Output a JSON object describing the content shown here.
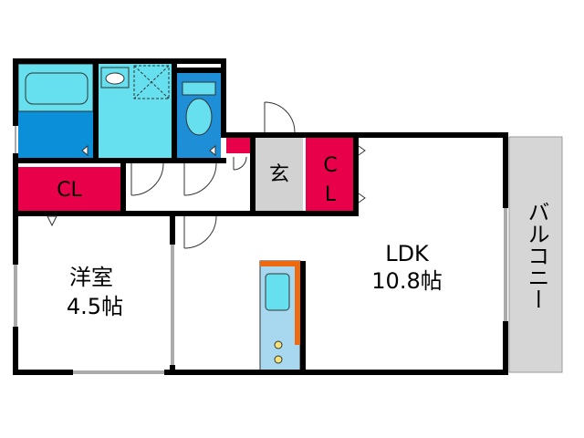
{
  "floorplan": {
    "rooms": {
      "western_room": {
        "name": "洋室",
        "size": "4.5帖"
      },
      "ldk": {
        "name": "LDK",
        "size": "10.8帖"
      },
      "balcony": {
        "name": "バルコニー"
      },
      "entrance": {
        "name": "玄"
      },
      "closet_left": {
        "name": "CL"
      },
      "closet_entry": {
        "line1": "C",
        "line2": "L"
      }
    },
    "colors": {
      "wall": "#000000",
      "closet": "#e8004a",
      "bath_blue": "#0b8fd8",
      "washroom": "#66e0ee",
      "toilet_blue": "#1e8fd6",
      "entrance_gray": "#d2d2d2",
      "balcony_gray": "#d6d6d6",
      "kitchen_orange": "#ee6a10",
      "kitchen_fill": "#a8d8f0"
    }
  }
}
